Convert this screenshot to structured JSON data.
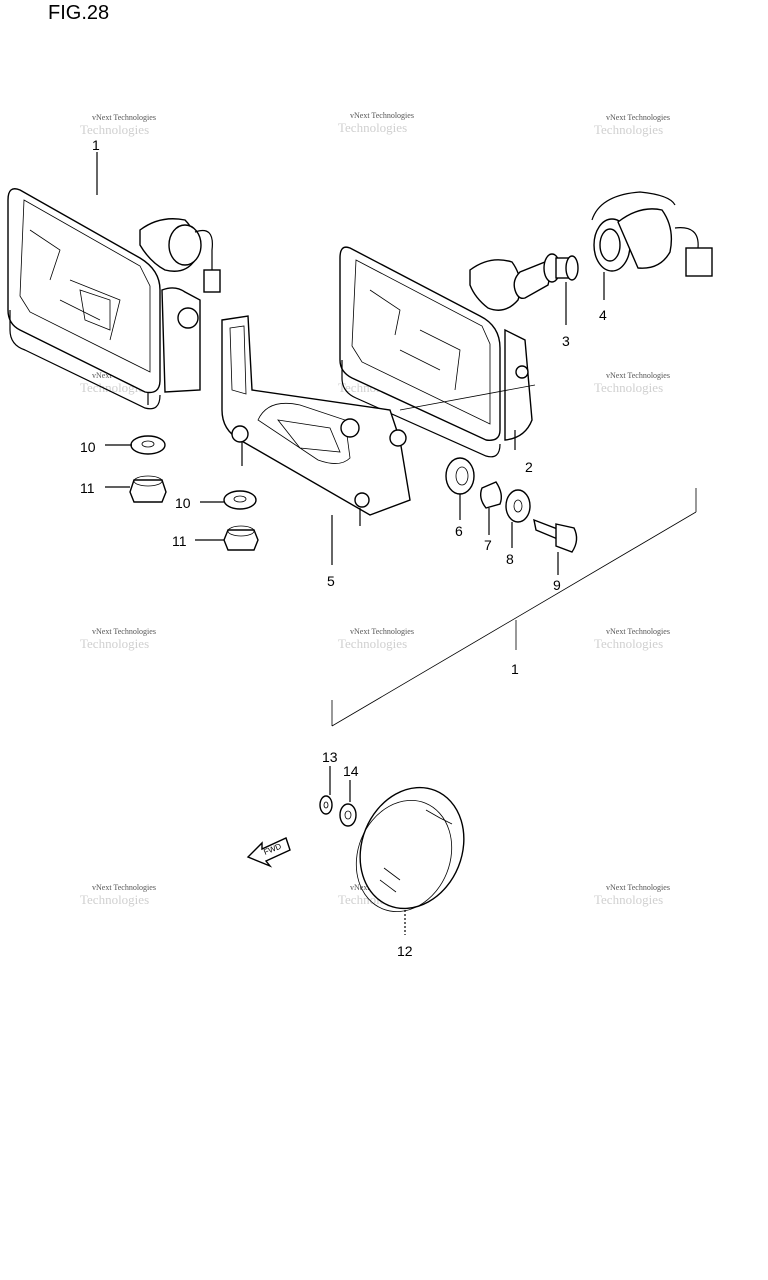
{
  "figure_title": "FIG.28",
  "watermark": {
    "line1": "vNext Technologies",
    "line2": "Technologies"
  },
  "fwd_label": "FWD",
  "callouts": {
    "c1_top": "1",
    "c2": "2",
    "c3": "3",
    "c4": "4",
    "c5": "5",
    "c6": "6",
    "c7": "7",
    "c8": "8",
    "c9": "9",
    "c10_a": "10",
    "c10_b": "10",
    "c11_a": "11",
    "c11_b": "11",
    "c1_mid": "1",
    "c12": "12",
    "c13": "13",
    "c14": "14"
  }
}
